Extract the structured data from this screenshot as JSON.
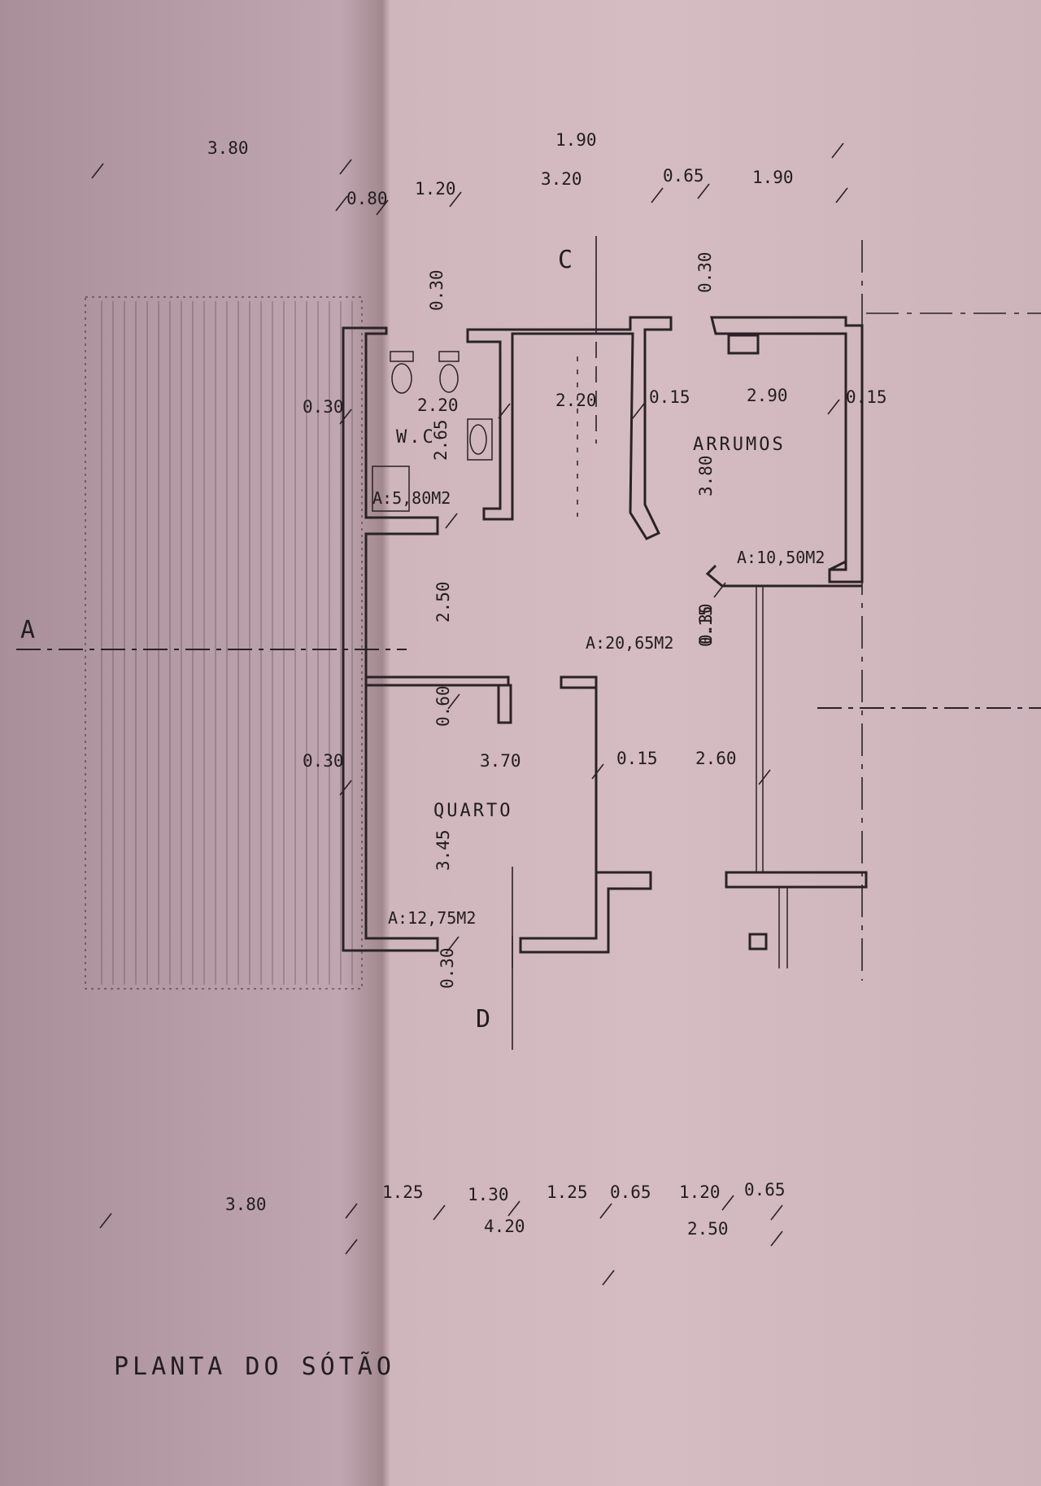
{
  "title": "PLANTA DO SÓTÃO",
  "section_markers": [
    "A",
    "C",
    "D"
  ],
  "rooms": [
    {
      "name": "W.C",
      "area": "A:5,80M2"
    },
    {
      "name": "ARRUMOS",
      "area": "A:10,50M2"
    },
    {
      "name": "QUARTO",
      "area": "A:12,75M2"
    },
    {
      "name": "",
      "area": "A:20,65M2"
    }
  ],
  "top_dimensions": [
    "3.80",
    "1.90",
    "0.80",
    "1.20",
    "3.20",
    "0.65",
    "1.90"
  ],
  "bottom_dimensions": [
    "3.80",
    "1.25",
    "1.30",
    "1.25",
    "0.65",
    "1.20",
    "0.65",
    "4.20",
    "2.50"
  ],
  "interior_dimensions": [
    "0.30",
    "0.30",
    "0.30",
    "0.30",
    "0.30",
    "0.30",
    "2.20",
    "2.20",
    "0.15",
    "2.90",
    "0.15",
    "2.65",
    "3.80",
    "2.50",
    "0.15",
    "0.60",
    "3.70",
    "0.15",
    "2.60",
    "3.45"
  ]
}
